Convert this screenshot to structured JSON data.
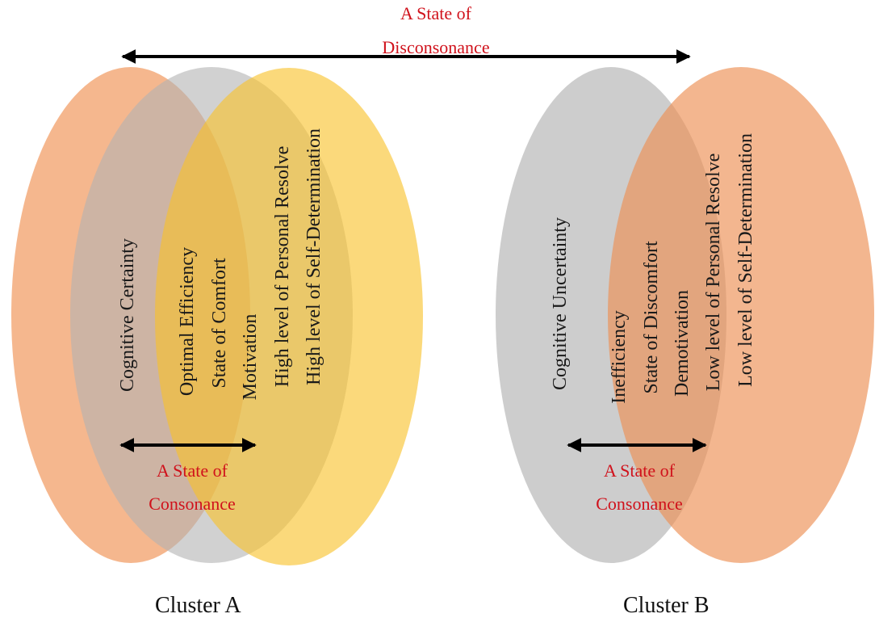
{
  "colors": {
    "orange": "#f3a572",
    "gray": "#bdbdbd",
    "yellow": "#f8c42c",
    "red_text": "#d0111b",
    "arrow": "#000000"
  },
  "top_label": {
    "line1": "A State of",
    "line2": "Disconsonance"
  },
  "cluster_a": {
    "name": "Cluster A",
    "gray_text": "Cognitive Certainty",
    "overlap_texts": [
      "Optimal Efficiency",
      "State of Comfort",
      "Motivation",
      "High level of Personal Resolve",
      "High level of Self-Determination"
    ],
    "consonance": {
      "line1": "A State of",
      "line2": "Consonance"
    }
  },
  "cluster_b": {
    "name": "Cluster B",
    "gray_text": "Cognitive Uncertainty",
    "overlap_texts": [
      "Inefficiency",
      "State of Discomfort",
      "Demotivation",
      "Low level of Personal Resolve",
      "Low level of Self-Determination"
    ],
    "consonance": {
      "line1": "A State of",
      "line2": "Consonance"
    }
  }
}
